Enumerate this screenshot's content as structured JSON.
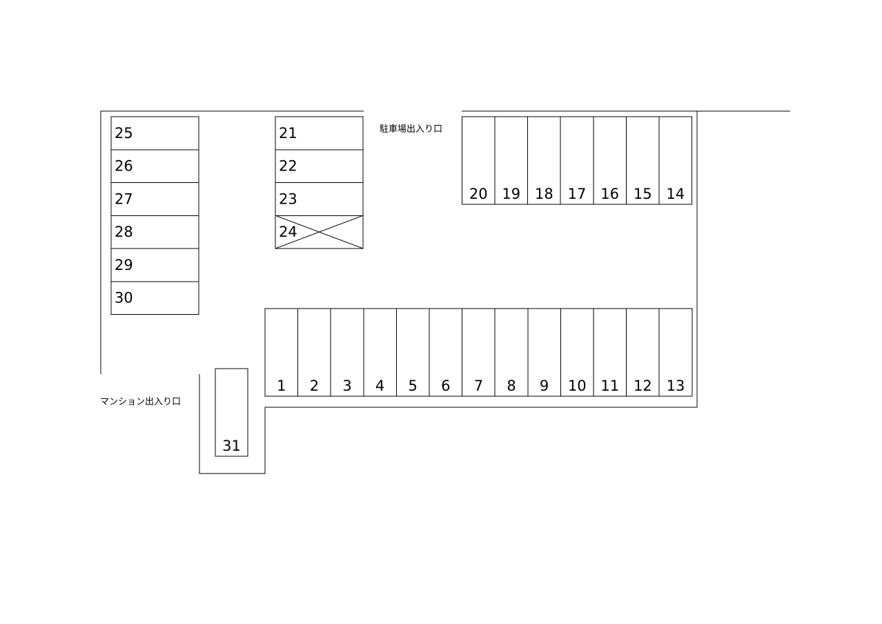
{
  "labels": {
    "parking_entrance": "駐車場出入り口",
    "mansion_entrance": "マンション出入り口"
  },
  "spaces": [
    {
      "id": "1",
      "label": "1",
      "unavailable": false
    },
    {
      "id": "2",
      "label": "2",
      "unavailable": false
    },
    {
      "id": "3",
      "label": "3",
      "unavailable": false
    },
    {
      "id": "4",
      "label": "4",
      "unavailable": false
    },
    {
      "id": "5",
      "label": "5",
      "unavailable": false
    },
    {
      "id": "6",
      "label": "6",
      "unavailable": false
    },
    {
      "id": "7",
      "label": "7",
      "unavailable": false
    },
    {
      "id": "8",
      "label": "8",
      "unavailable": false
    },
    {
      "id": "9",
      "label": "9",
      "unavailable": false
    },
    {
      "id": "10",
      "label": "10",
      "unavailable": false
    },
    {
      "id": "11",
      "label": "11",
      "unavailable": false
    },
    {
      "id": "12",
      "label": "12",
      "unavailable": false
    },
    {
      "id": "13",
      "label": "13",
      "unavailable": false
    },
    {
      "id": "14",
      "label": "14",
      "unavailable": false
    },
    {
      "id": "15",
      "label": "15",
      "unavailable": false
    },
    {
      "id": "16",
      "label": "16",
      "unavailable": false
    },
    {
      "id": "17",
      "label": "17",
      "unavailable": false
    },
    {
      "id": "18",
      "label": "18",
      "unavailable": false
    },
    {
      "id": "19",
      "label": "19",
      "unavailable": false
    },
    {
      "id": "20",
      "label": "20",
      "unavailable": false
    },
    {
      "id": "21",
      "label": "21",
      "unavailable": false
    },
    {
      "id": "22",
      "label": "22",
      "unavailable": false
    },
    {
      "id": "23",
      "label": "23",
      "unavailable": false
    },
    {
      "id": "24",
      "label": "24",
      "unavailable": true
    },
    {
      "id": "25",
      "label": "25",
      "unavailable": false
    },
    {
      "id": "26",
      "label": "26",
      "unavailable": false
    },
    {
      "id": "27",
      "label": "27",
      "unavailable": false
    },
    {
      "id": "28",
      "label": "28",
      "unavailable": false
    },
    {
      "id": "29",
      "label": "29",
      "unavailable": false
    },
    {
      "id": "30",
      "label": "30",
      "unavailable": false
    },
    {
      "id": "31",
      "label": "31",
      "unavailable": false
    }
  ]
}
